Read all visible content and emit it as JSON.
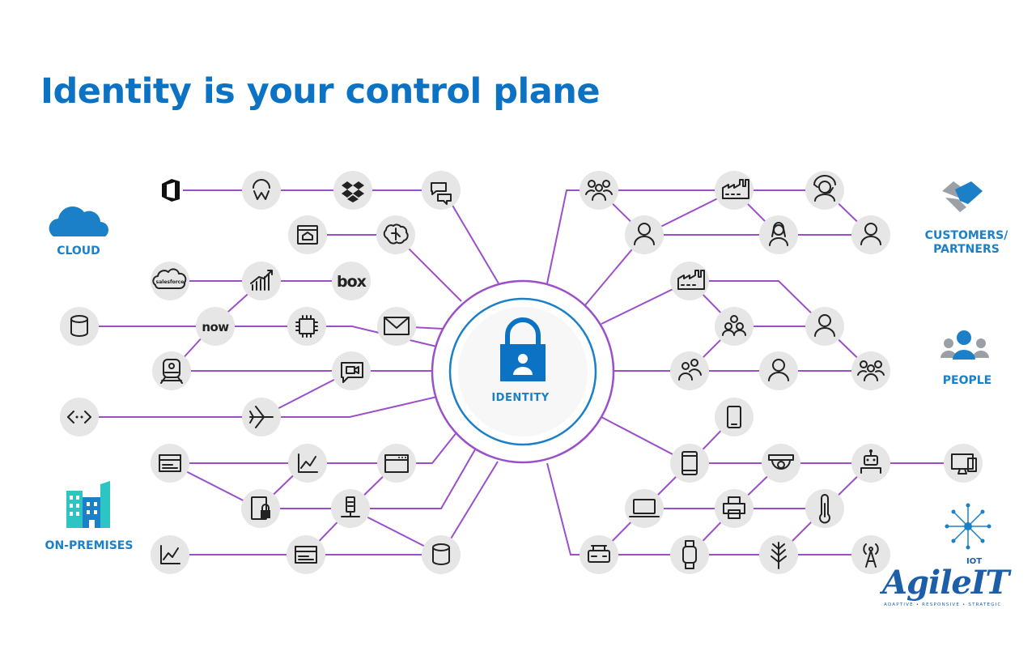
{
  "title": "Identity is your control plane",
  "center": {
    "label": "IDENTITY",
    "icon": "lock-user-icon"
  },
  "categories": {
    "cloud": {
      "label": "CLOUD",
      "icon": "cloud-icon"
    },
    "on_premises": {
      "label": "ON-PREMISES",
      "icon": "buildings-icon"
    },
    "customers_partners": {
      "line1": "CUSTOMERS/",
      "line2": "PARTNERS",
      "icon": "handshake-icon"
    },
    "people": {
      "label": "PEOPLE",
      "icon": "people-group-icon"
    },
    "iot": {
      "icon": "iot-hub-icon"
    }
  },
  "node_text": {
    "box": "box",
    "now": "now",
    "salesforce": "salesforce"
  },
  "brand": {
    "name": "AgileIT",
    "superscript": "IOT",
    "tagline": "ADAPTIVE • RESPONSIVE • STRATEGIC"
  },
  "colors": {
    "title": "#0b72c4",
    "line": "#9b4fc9",
    "ring": "#9b4fc9",
    "accent": "#1b80c8",
    "node_bg": "#e6e6e6"
  }
}
